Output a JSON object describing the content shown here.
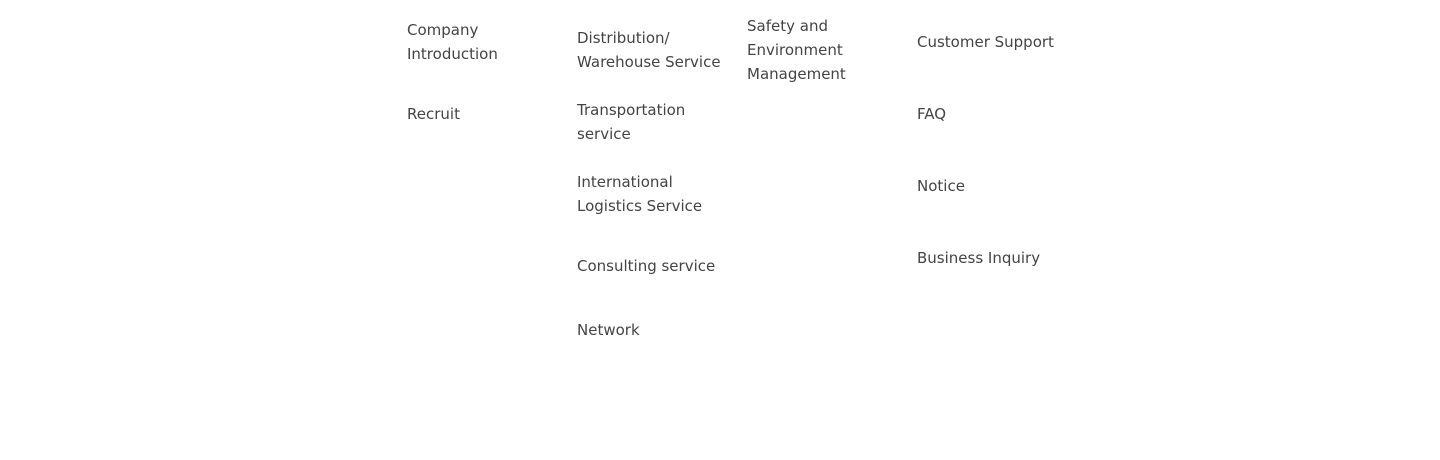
{
  "sitemap": {
    "company": {
      "items": [
        {
          "label": "Company Introduction"
        },
        {
          "label": "Recruit"
        }
      ]
    },
    "service": {
      "items": [
        {
          "label": "Distribution/ Warehouse Service"
        },
        {
          "label": "Transportation service"
        },
        {
          "label": "International Logistics Service"
        },
        {
          "label": "Consulting service"
        },
        {
          "label": "Network"
        }
      ]
    },
    "safety": {
      "items": [
        {
          "label": "Safety and Environment Management"
        }
      ]
    },
    "support": {
      "items": [
        {
          "label": "Customer Support"
        },
        {
          "label": "FAQ"
        },
        {
          "label": "Notice"
        },
        {
          "label": "Business Inquiry"
        }
      ]
    }
  }
}
